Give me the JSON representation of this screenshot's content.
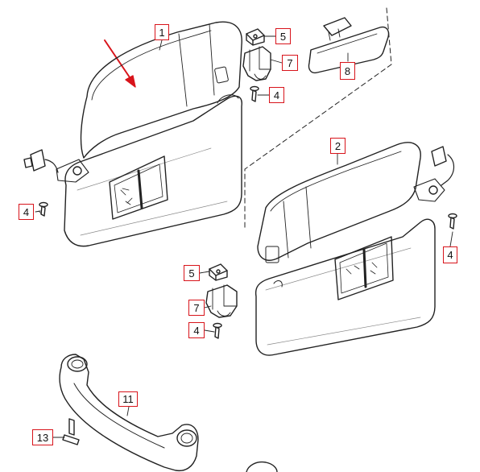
{
  "diagram": {
    "accent_color": "#d8141b",
    "callouts": {
      "c1": "1",
      "c2": "2",
      "c4_left": "4",
      "c4_top": "4",
      "c4_right": "4",
      "c4_mid": "4",
      "c5_top": "5",
      "c5_mid": "5",
      "c7_top": "7",
      "c7_mid": "7",
      "c8": "8",
      "c11": "11",
      "c13": "13"
    }
  }
}
